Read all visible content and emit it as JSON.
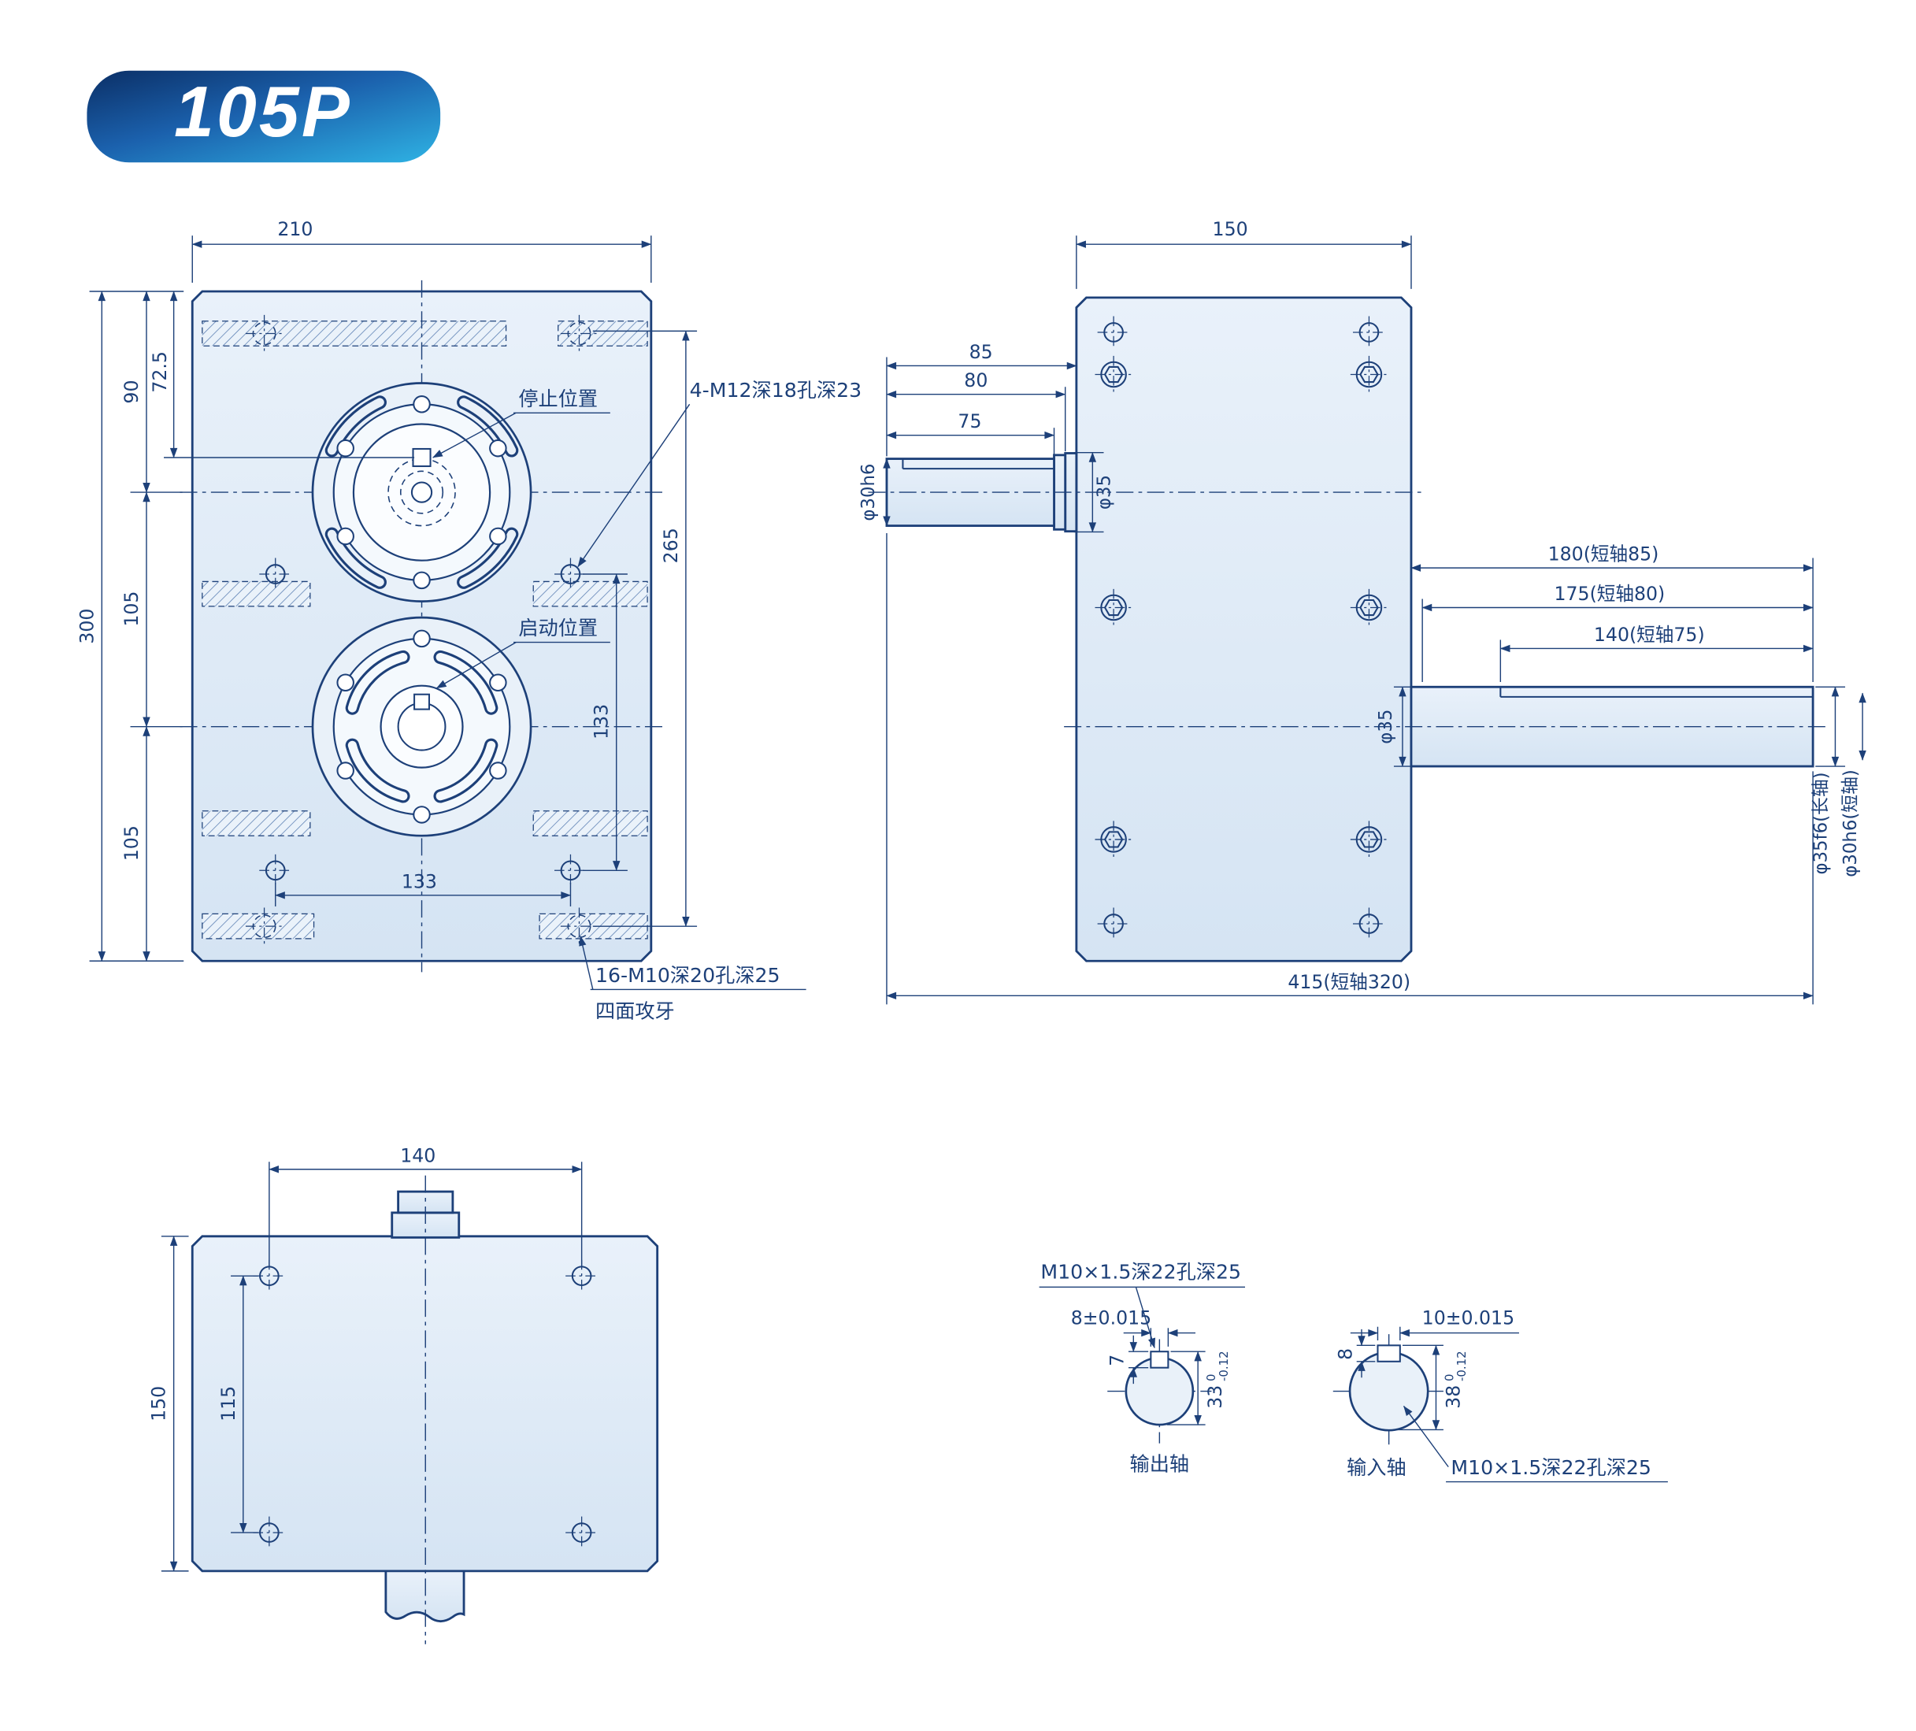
{
  "title_badge": "105P",
  "front_view": {
    "dim_width": "210",
    "dim_90": "90",
    "dim_72_5": "72.5",
    "dim_height": "300",
    "dim_105_upper": "105",
    "dim_105_lower": "105",
    "dim_265": "265",
    "dim_133_v": "133",
    "dim_133_h": "133",
    "label_stop": "停止位置",
    "label_start": "启动位置",
    "note_m12": "4-M12深18孔深23",
    "note_m10": "16-M10深20孔深25",
    "note_tap": "四面攻牙"
  },
  "side_view": {
    "dim_width": "150",
    "dim_85": "85",
    "dim_80": "80",
    "dim_75": "75",
    "dia_input": "φ30h6",
    "dia_collar": "φ35",
    "dim_180": "180(短轴85)",
    "dim_175": "175(短轴80)",
    "dim_140": "140(短轴75)",
    "dia_output": "φ35",
    "dia_end_long": "φ35f6(长轴)",
    "dia_end_short": "φ30h6(短轴)",
    "dim_total": "415(短轴320)"
  },
  "bottom_view": {
    "dim_width": "140",
    "dim_height": "150",
    "dim_115": "115"
  },
  "output_section": {
    "note_thread": "M10×1.5深22孔深25",
    "dim_key_width": "8±0.015",
    "dim_key_depth": "7",
    "dim_across": "33",
    "tol_upper": "0",
    "tol_lower": "-0.12",
    "label": "输出轴"
  },
  "input_section": {
    "note_thread": "M10×1.5深22孔深25",
    "dim_key_width": "10±0.015",
    "dim_key_depth": "8",
    "dim_across": "38",
    "tol_upper": "0",
    "tol_lower": "-0.12",
    "label": "输入轴"
  },
  "colors": {
    "line": "#1d4079",
    "fill_light": "#e9f1f9",
    "badge_dark": "#0b2f66",
    "badge_light": "#2fb3e4"
  }
}
